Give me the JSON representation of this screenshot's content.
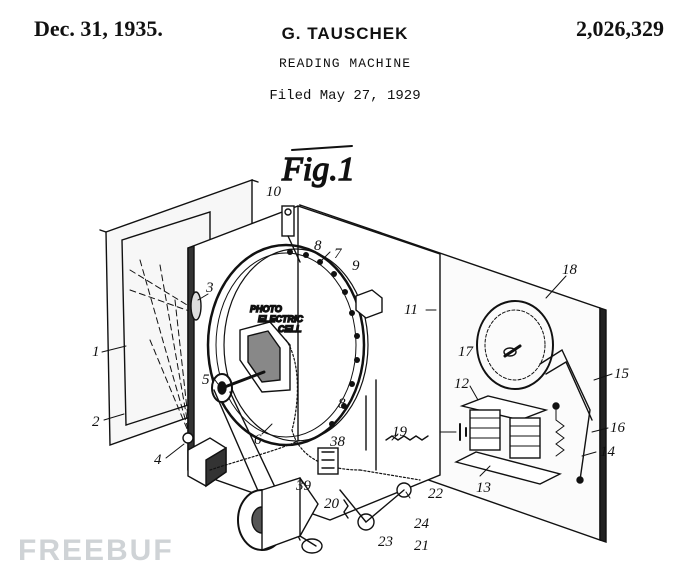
{
  "header": {
    "date": "Dec. 31, 1935.",
    "inventor": "G. TAUSCHEK",
    "patent_number": "2,026,329",
    "title": "READING MACHINE",
    "filed": "Filed May 27, 1929"
  },
  "figure": {
    "title": "Fig.1",
    "cell_label_line1": "PHOTO",
    "cell_label_line2": "ELECTRIC",
    "cell_label_line3": "CELL"
  },
  "ref_numbers": {
    "n1": "1",
    "n2": "2",
    "n3": "3",
    "n4": "4",
    "n5": "5",
    "n6": "6",
    "n7": "7",
    "n8a": "8",
    "n8b": "8",
    "n9": "9",
    "n10": "10",
    "n11": "11",
    "n12": "12",
    "n13": "13",
    "n14": "14",
    "n15": "15",
    "n16": "16",
    "n17": "17",
    "n18": "18",
    "n19": "19",
    "n20": "20",
    "n21": "21",
    "n22": "22",
    "n23": "23",
    "n24": "24",
    "n38": "38",
    "n39": "39"
  },
  "watermark": "FREEBUF",
  "colors": {
    "ink": "#111111",
    "paper": "#ffffff",
    "watermark": "#cfd3d6"
  }
}
